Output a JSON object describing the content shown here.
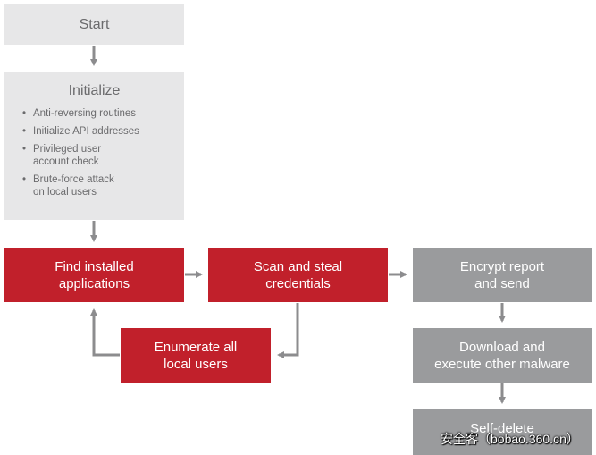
{
  "nodes": {
    "start": {
      "label": "Start"
    },
    "initialize": {
      "title": "Initialize",
      "items": [
        {
          "lines": [
            "Anti-reversing routines"
          ]
        },
        {
          "lines": [
            "Initialize API addresses"
          ]
        },
        {
          "lines": [
            "Privileged user",
            "account check"
          ]
        },
        {
          "lines": [
            "Brute-force attack",
            "on local users"
          ]
        }
      ]
    },
    "find_apps": {
      "lines": [
        "Find installed",
        "applications"
      ]
    },
    "scan_steal": {
      "lines": [
        "Scan and steal",
        "credentials"
      ]
    },
    "encrypt_report": {
      "lines": [
        "Encrypt report",
        "and send"
      ]
    },
    "enumerate_users": {
      "lines": [
        "Enumerate all",
        "local users"
      ]
    },
    "download_execute": {
      "lines": [
        "Download and",
        "execute other malware"
      ]
    },
    "self_delete": {
      "label": "Self-delete"
    }
  },
  "watermark": "安全客（bobao.360.cn）",
  "colors": {
    "light_grey": "#e7e7e8",
    "red": "#c1202b",
    "dark_grey": "#9a9b9d",
    "arrow": "#8c8c8e"
  }
}
